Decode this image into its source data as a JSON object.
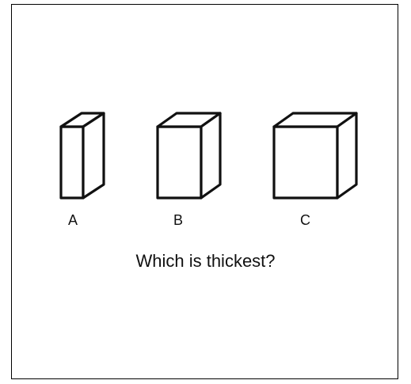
{
  "options": [
    {
      "label": "A"
    },
    {
      "label": "B"
    },
    {
      "label": "C"
    }
  ],
  "question": "Which is thickest?"
}
